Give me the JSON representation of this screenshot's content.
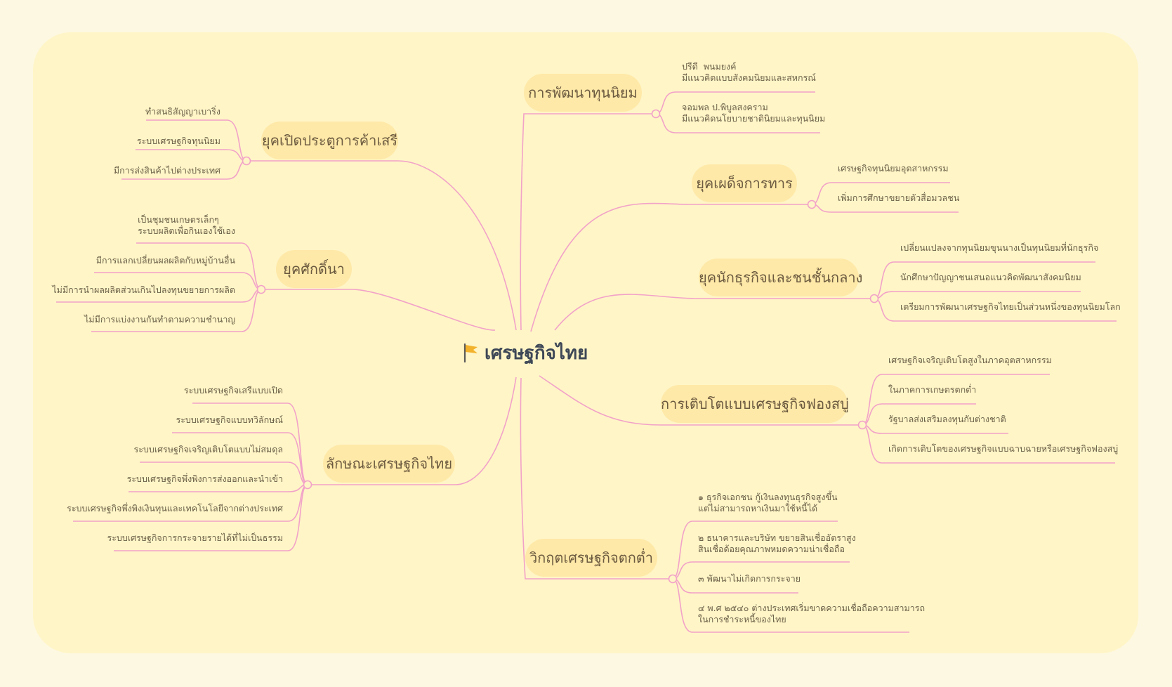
{
  "root": {
    "title": "เศรษฐกิจไทย",
    "icon": "flag-icon"
  },
  "colors": {
    "background": "#fdf8e1",
    "board": "#fff5c7",
    "topic": "#ffe9a8",
    "line": "#f2a2c8",
    "root_text": "#3d4756"
  },
  "right_branches": [
    {
      "title": "การพัฒนาทุนนิยม",
      "items": [
        "ปรีดี  พนมยงค์\nมีแนวคิดแบบสังคมนิยมและสหกรณ์",
        "จอมพล ป.พิบูลสงคราม\nมีแนวคิดนโยบายชาตินิยมและทุนนิยม"
      ]
    },
    {
      "title": "ยุคเผด็จการทาร",
      "items": [
        "เศรษฐกิจทุนนิยมอุตสาหกรรม",
        "เพิ่มการศึกษาขยายตัวสื่อมวลชน"
      ]
    },
    {
      "title": "ยุคนักธุรกิจและชนชั้นกลาง",
      "items": [
        "เปลี่ยนแปลงจากทุนนิยมขุนนางเป็นทุนนิยมที่นักธุรกิจ",
        "นักศึกษาปัญญาชนเสนอแนวคิดพัฒนาสังคมนิยม",
        "เตรียมการพัฒนาเศรษฐกิจไทยเป็นส่วนหนึ่งของทุนนิยมโลก"
      ]
    },
    {
      "title": "การเติบโตแบบเศรษฐกิจฟองสบู่",
      "items": [
        "เศรษฐกิจเจริญเติบโตสูงในภาคอุตสาหกรรม",
        "ในภาคการเกษตรตกต่ำ",
        "รัฐบาลส่งเสริมลงทุนกับต่างชาติ",
        "เกิดการเติบโตของเศรษฐกิจแบบฉาบฉายหรือเศรษฐกิจฟองสบู่"
      ]
    },
    {
      "title": "วิกฤตเศรษฐกิจตกต่ำ",
      "items": [
        "๑ ธุรกิจเอกชน กู้เงินลงทุนธุรกิจสูงขึ้น\nแต่ไม่สามารถหาเงินมาใช้หนี้ได้",
        "๒ ธนาคารและบริษัท ขยายสินเชื่ออัตราสูง\nสินเชื่อด้อยคุณภาพหมดความน่าเชื่อถือ",
        "๓ พัฒนาไม่เกิดการกระจาย",
        "๔ พ.ศ ๒๕๔๐ ต่างประเทศเริ่มขาดความเชื่อถือความสามารถ\nในการชำระหนี้ของไทย"
      ]
    }
  ],
  "left_branches": [
    {
      "title": "ยุคเปิดประตูการค้าเสรี",
      "items": [
        "ทำสนธิสัญญาเบาริ่ง",
        "ระบบเศรษฐกิจทุนนิยม",
        "มีการส่งสินค้าไปต่างประเทศ"
      ]
    },
    {
      "title": "ยุคศักดิ์นา",
      "items": [
        "เป็นชุมชนเกษตรเล็กๆ\nระบบผลิตเพื่อกินเองใช้เอง",
        "มีการแลกเปลี่ยนผลผลิตกับหมู่บ้านอื่น",
        "ไม่มีการนำผลผลิตส่วนเกินไปลงทุนขยายการผลิต",
        "ไม่มีการแบ่งงานกันทำตามความชำนาญ"
      ]
    },
    {
      "title": "ลักษณะเศรษฐกิจไทย",
      "items": [
        "ระบบเศรษฐกิจเสรีแบบเปิด",
        "ระบบเศรษฐกิจแบบทวิลักษณ์",
        "ระบบเศรษฐกิจเจริญเติบโตแบบไม่สมดุล",
        "ระบบเศรษฐกิจพึ่งพิงการส่งออกและนำเข้า",
        "ระบบเศรษฐกิจพึ่งพิงเงินทุนและเทคโนโลยีจากต่างประเทศ",
        "ระบบเศรษฐกิจการกระจายรายได้ที่ไม่เป็นธรรม"
      ]
    }
  ]
}
